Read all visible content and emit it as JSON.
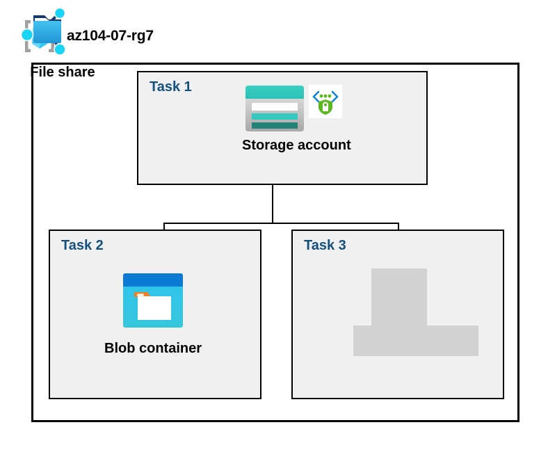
{
  "resource_group": {
    "icon": "resource-group-cube-icon",
    "name": "az104-07-rg7"
  },
  "tasks": [
    {
      "label": "Task 1",
      "node": {
        "caption": "Storage account",
        "icons": [
          "storage-account-icon",
          "secure-encryption-shield-icon"
        ]
      }
    },
    {
      "label": "Task 2",
      "node": {
        "caption": "Blob container",
        "icons": [
          "blob-container-icon"
        ]
      }
    },
    {
      "label": "Task 3",
      "node": {
        "caption": "File share",
        "icons": [
          "file-share-folder-icon"
        ]
      }
    }
  ],
  "colors": {
    "task_label": "#13517c",
    "container_border": "#000000",
    "task_fill": "#f0f0f0",
    "selection_highlight": "#d2d2d2",
    "storage_teal": "#32c8c0",
    "storage_dark_teal": "#258277",
    "blob_blue": "#0078d4",
    "blob_cyan": "#32c8e8",
    "blob_orange": "#f08020",
    "fileshare_blue": "#31b1e8",
    "fileshare_node_cyan": "#19d4f5",
    "shield_green": "#5bb61f",
    "bracket_gray": "#a0a0a0",
    "cube_cyan": "#9be8fa"
  }
}
